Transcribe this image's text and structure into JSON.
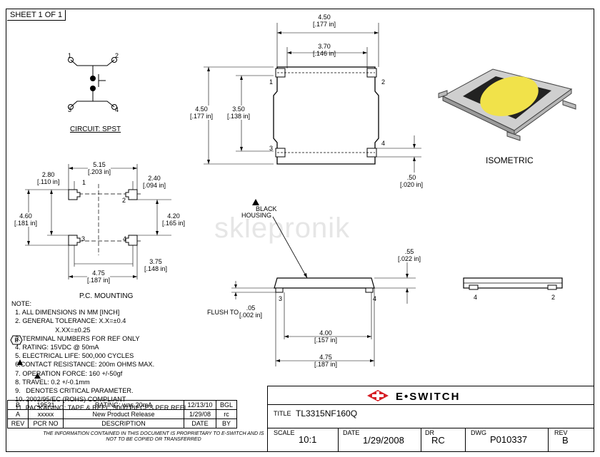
{
  "sheet": "SHEET 1 OF 1",
  "watermark": "sklepronik",
  "schematic": {
    "pins": [
      "1",
      "2",
      "3",
      "4"
    ],
    "caption": "CIRCUIT: SPST"
  },
  "top_view": {
    "dim_width_outer": "4.50",
    "dim_width_outer_in": "[.177 in]",
    "dim_width_inner": "3.70",
    "dim_width_inner_in": "[.146 in]",
    "dim_height_outer": "4.50",
    "dim_height_outer_in": "[.177 in]",
    "dim_height_inner": "3.50",
    "dim_height_inner_in": "[.138 in]",
    "dim_terminal": ".50",
    "dim_terminal_in": "[.020 in]",
    "pins": [
      "1",
      "2",
      "3",
      "4"
    ]
  },
  "isometric": {
    "label": "ISOMETRIC"
  },
  "pcb": {
    "dim_a": "5.15",
    "dim_a_in": "[.203 in]",
    "dim_b": "2.80",
    "dim_b_in": "[.110 in]",
    "dim_c": "2.40",
    "dim_c_in": "[.094 in]",
    "dim_d": "4.60",
    "dim_d_in": "[.181 in]",
    "dim_e": "4.20",
    "dim_e_in": "[.165 in]",
    "dim_f": "3.75",
    "dim_f_in": "[.148 in]",
    "dim_g": "4.75",
    "dim_g_in": "[.187 in]",
    "pins": [
      "1",
      "2",
      "3",
      "4"
    ],
    "caption": "P.C. MOUNTING"
  },
  "side_view": {
    "housing_label_1": "BLACK",
    "housing_label_2": "HOUSING",
    "dim_h": ".55",
    "dim_h_in": "[.022 in]",
    "flush_label": "FLUSH TO",
    "dim_flush": ".05",
    "dim_flush_in": "[.002 in]",
    "dim_inner": "4.00",
    "dim_inner_in": "[.157 in]",
    "dim_outer": "4.75",
    "dim_outer_in": "[.187 in]",
    "pins_left": [
      "3",
      "4"
    ],
    "pins_right": [
      "4",
      "2"
    ]
  },
  "notes": [
    "NOTE:",
    "  1. ALL DIMENSIONS IN MM [INCH]",
    "  2. GENERAL TOLERANCE: X.X=±0.4",
    "                        X.XX=±0.25",
    "  3. TERMINAL NUMBERS FOR REF ONLY",
    "  4. RATING: 15VDC @ 50mA",
    "  5. ELECTRICAL LIFE: 500,000 CYCLES",
    "  6.CONTACT RESISTANCE: 200m OHMS MAX.",
    "  7. OPERATION FORCE: 160 +/-50gf",
    "  8. TRAVEL: 0.2 +/-0.1mm",
    "  9.   DENOTES CRITICAL PARAMETER.",
    "  10. 2002/95/EC (ROHS) COMPLIANT",
    "  11. PACKAGING: TAPE & REEL, 5000 PIECES PER REEL."
  ],
  "revisions": [
    {
      "rev": "B",
      "pcr": "19521",
      "desc": "RATING: was 20mA",
      "date": "12/13/10",
      "by": "BGL"
    },
    {
      "rev": "A",
      "pcr": "xxxxx",
      "desc": "New Product Release",
      "date": "1/29/08",
      "by": "rc"
    }
  ],
  "rev_headers": {
    "rev": "REV",
    "pcr": "PCR NO",
    "desc": "DESCRIPTION",
    "date": "DATE",
    "by": "BY"
  },
  "proprietary": "THE INFORMATION CONTAINED IN THIS DOCUMENT IS PROPRIETARY TO E-SWITCH AND IS NOT TO BE COPIED OR TRANSFERRED",
  "title_block": {
    "brand": "E•SWITCH",
    "title_label": "TITLE",
    "title": "TL3315NF160Q",
    "scale_label": "SCALE",
    "scale": "10:1",
    "date_label": "DATE",
    "date": "1/29/2008",
    "dr_label": "DR",
    "dr": "RC",
    "dwg_label": "DWG",
    "dwg": "P010337",
    "rev_label": "REV",
    "rev": "B",
    "brand_color": "#d61f26"
  }
}
